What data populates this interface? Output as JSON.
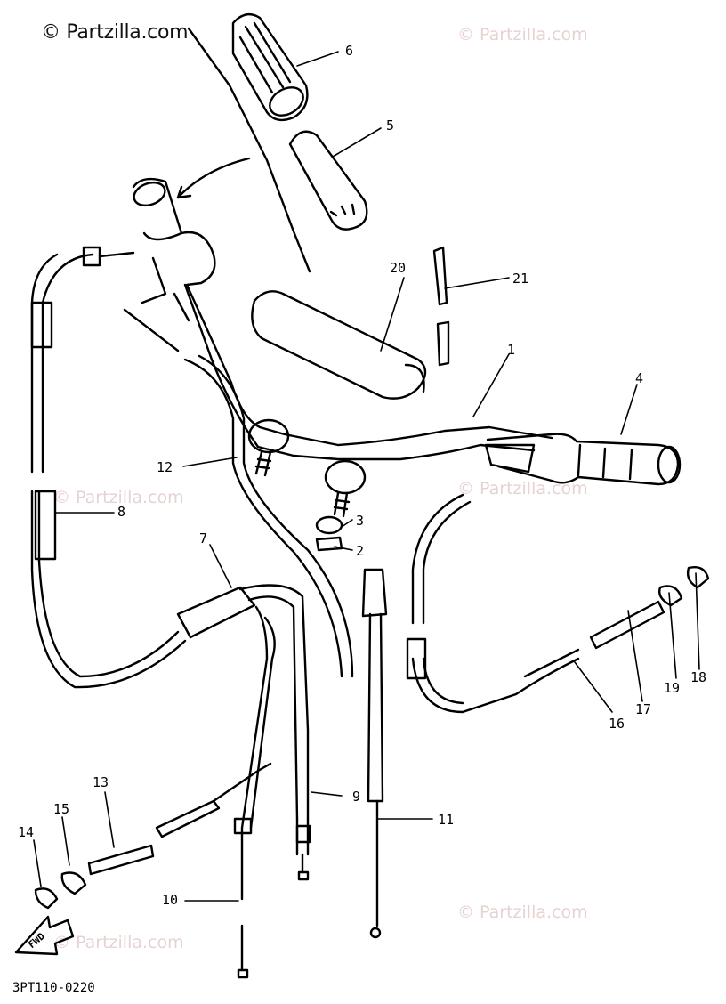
{
  "watermark": {
    "main": "© Partzilla.com",
    "faded": "© Partzilla.com"
  },
  "diagram_code": "3PT110-0220",
  "direction_label": "FWD",
  "callouts": [
    "1",
    "2",
    "3",
    "4",
    "5",
    "6",
    "7",
    "8",
    "9",
    "10",
    "11",
    "12",
    "13",
    "14",
    "15",
    "16",
    "17",
    "18",
    "19",
    "20",
    "21"
  ]
}
